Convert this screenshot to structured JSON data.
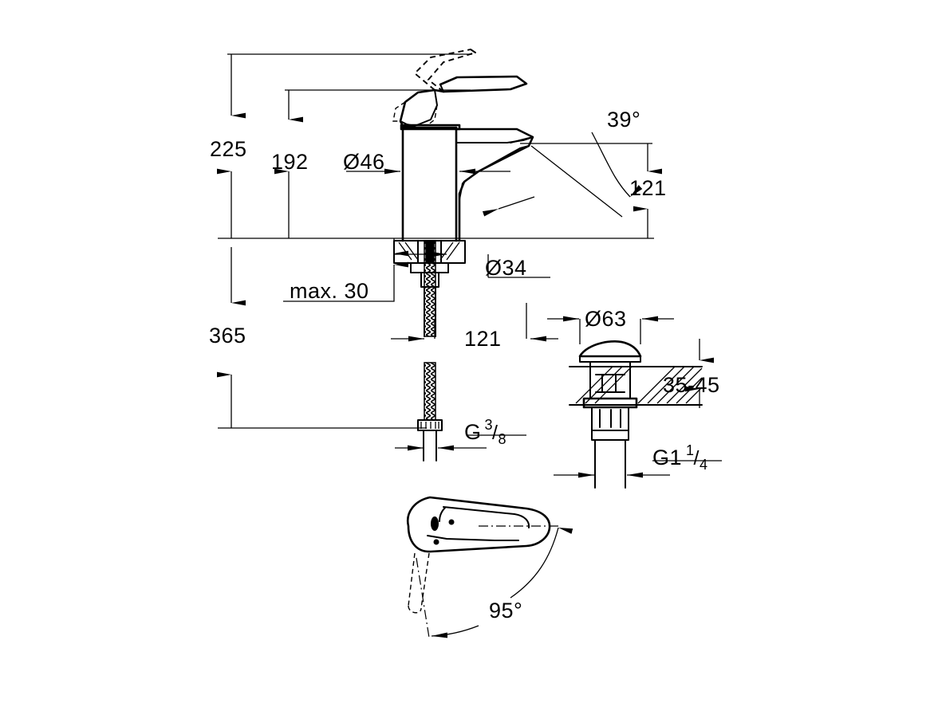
{
  "drawing": {
    "title": "Single-lever basin mixer technical dimension drawing",
    "background_color": "#ffffff",
    "line_color": "#000000",
    "units": "mm",
    "dimensions": {
      "total_height": "225",
      "spout_height": "192",
      "body_diameter": "Ø46",
      "base_diameter": "Ø34",
      "spout_angle": "39°",
      "spout_reach": "121",
      "counter_thickness": "max. 30",
      "hose_length": "365",
      "hose_offset": "121",
      "hose_thread": "G",
      "hose_thread_num": "3",
      "hose_thread_den": "8",
      "drain_cap_diameter": "Ø63",
      "drain_basin_thickness": "35-45",
      "drain_thread": "G1",
      "drain_thread_num": "1",
      "drain_thread_den": "4",
      "swivel_angle": "95°"
    }
  }
}
